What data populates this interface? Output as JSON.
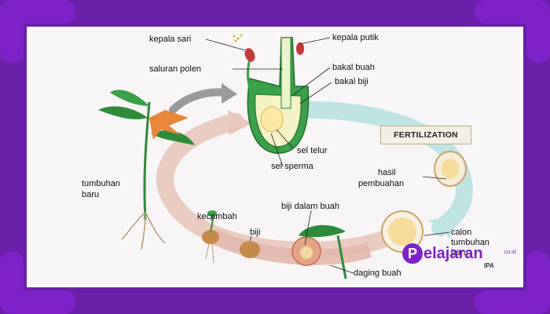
{
  "labels": {
    "kepala_sari": "kepala sari",
    "kepala_putik": "kepala putik",
    "saluran_polen": "saluran polen",
    "bakal_buah": "bakal buah",
    "bakal_biji": "bakal biji",
    "sel_telur": "sel telur",
    "sel_sperma": "sel sperma",
    "fertilization": "FERTILIZATION",
    "hasil_pembuahan_1": "hasil",
    "hasil_pembuahan_2": "pembuahan",
    "tumbuhan_baru_1": "tumbuhan",
    "tumbuhan_baru_2": "baru",
    "kecambah": "kecambah",
    "biji": "biji",
    "biji_dalam_buah": "biji dalam buah",
    "daging_buah": "daging buah",
    "calon_1": "calon",
    "calon_2": "tumbuhan",
    "calon_3": "baru"
  },
  "brand": {
    "logo_letter": "P",
    "name": "elajaran",
    "suffix": "IPA",
    "domain": ".co.id"
  },
  "colors": {
    "frame": "#7d22c9",
    "cycle_arrow": "#e8c6bd",
    "fert_arrow": "#bfe3e3",
    "plant_green": "#2e8b3a",
    "flower_orange": "#e8873a"
  }
}
